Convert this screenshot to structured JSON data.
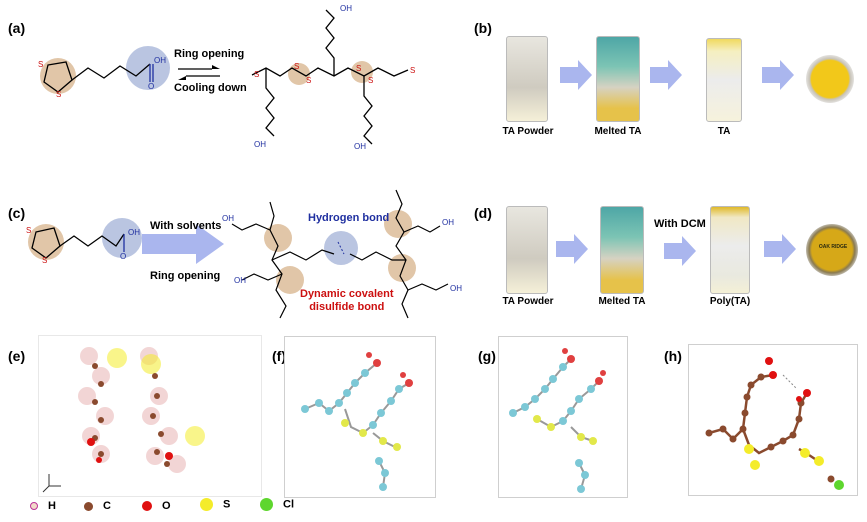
{
  "panels": {
    "a": {
      "label": "(a)",
      "top_text": "Ring opening",
      "bottom_text": "Cooling down",
      "atoms": {
        "OH": "OH",
        "O": "O",
        "S": "S"
      }
    },
    "b": {
      "label": "(b)",
      "captions": [
        "TA Powder",
        "Melted TA",
        "TA"
      ]
    },
    "c": {
      "label": "(c)",
      "top_text": "With solvents",
      "bottom_text": "Ring opening",
      "hbond": "Hydrogen bond",
      "disulfide": "Dynamic covalent\ndisulfide bond",
      "atoms": {
        "OH": "OH",
        "O": "O",
        "S": "S"
      }
    },
    "d": {
      "label": "(d)",
      "arrow_text": "With DCM",
      "captions": [
        "TA Powder",
        "Melted TA",
        "Poly(TA)"
      ],
      "logo_text": "OAK RIDGE"
    },
    "e": {
      "label": "(e)"
    },
    "f": {
      "label": "(f)"
    },
    "g": {
      "label": "(g)"
    },
    "h": {
      "label": "(h)"
    }
  },
  "legend": [
    {
      "symbol": "H",
      "color": "#f2d8c8"
    },
    {
      "symbol": "C",
      "color": "#8a4a2e"
    },
    {
      "symbol": "O",
      "color": "#e01010"
    },
    {
      "symbol": "S",
      "color": "#f4ec2a"
    },
    {
      "symbol": "Cl",
      "color": "#5ed62e"
    }
  ],
  "colors": {
    "arrow": "#aab6ee",
    "sulfur_highlight": "#d9b892",
    "acid_highlight": "#8296c8",
    "blue_text": "#1f2fa0",
    "red_text": "#cc1010"
  }
}
